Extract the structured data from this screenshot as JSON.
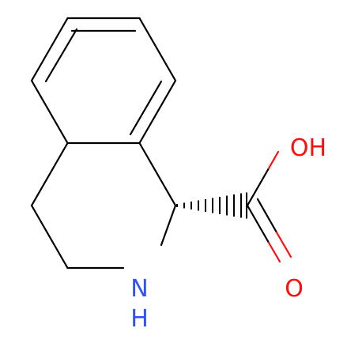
{
  "molecule": {
    "atoms": {
      "carboxyl_oh": {
        "label": "OH",
        "color": "#ff0d0d"
      },
      "carbonyl_o": {
        "label": "O",
        "color": "#ff0d0d"
      },
      "ring_n": {
        "label": "N",
        "color": "#3050f8"
      },
      "ring_nh": {
        "label": "H",
        "color": "#3050f8"
      }
    },
    "bond_color": "#000000",
    "stereo": {
      "type": "hashed-wedge"
    }
  }
}
